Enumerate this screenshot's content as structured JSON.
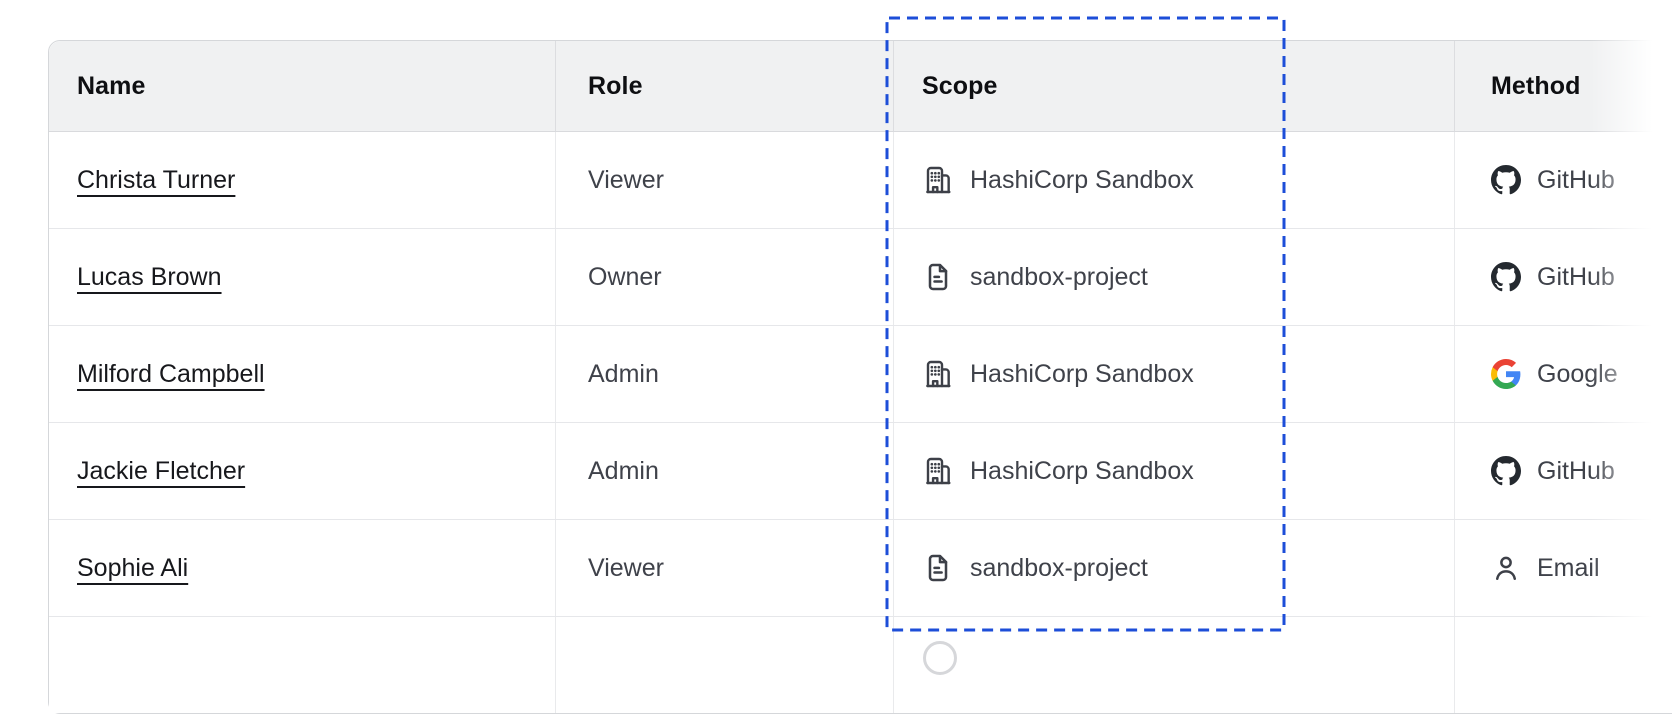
{
  "header": {
    "columns": [
      "Name",
      "Role",
      "Scope",
      "Method"
    ]
  },
  "rows": [
    {
      "name": "Christa Turner",
      "role": "Viewer",
      "scope": {
        "icon": "building-icon",
        "label": "HashiCorp Sandbox"
      },
      "method": {
        "icon": "github-icon",
        "label": "GitHub"
      }
    },
    {
      "name": "Lucas Brown",
      "role": "Owner",
      "scope": {
        "icon": "file-icon",
        "label": "sandbox-project"
      },
      "method": {
        "icon": "github-icon",
        "label": "GitHub"
      }
    },
    {
      "name": "Milford Campbell",
      "role": "Admin",
      "scope": {
        "icon": "building-icon",
        "label": "HashiCorp Sandbox"
      },
      "method": {
        "icon": "google-icon",
        "label": "Google"
      }
    },
    {
      "name": "Jackie Fletcher",
      "role": "Admin",
      "scope": {
        "icon": "building-icon",
        "label": "HashiCorp Sandbox"
      },
      "method": {
        "icon": "github-icon",
        "label": "GitHub"
      }
    },
    {
      "name": "Sophie Ali",
      "role": "Viewer",
      "scope": {
        "icon": "file-icon",
        "label": "sandbox-project"
      },
      "method": {
        "icon": "person-icon",
        "label": "Email"
      }
    }
  ],
  "annotation": {
    "type": "dashed-rectangle-highlight",
    "highlighted_column": "Scope",
    "color": "#1d4ed8"
  },
  "colors": {
    "header_bg": "#f0f1f2",
    "outer_border": "#d5d7da",
    "row_border": "#e6e7ea",
    "header_text": "#0e0f12",
    "link_text": "#17181c",
    "cell_text": "#3f424a",
    "icon": "#3d4048",
    "github_icon": "#24292f",
    "google_blue": "#4285F4",
    "google_green": "#34A853",
    "google_yellow": "#FBBC05",
    "google_red": "#EA4335",
    "highlight_blue": "#1d4ed8"
  }
}
